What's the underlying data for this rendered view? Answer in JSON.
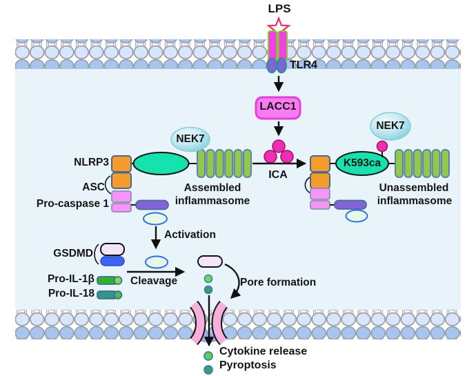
{
  "labels": {
    "lps": "LPS",
    "tlr4": "TLR4",
    "lacc1": "LACC1",
    "ica": "ICA",
    "nek7_left": "NEK7",
    "nek7_right": "NEK7",
    "k593ca": "K593ca",
    "nlrp3": "NLRP3",
    "asc": "ASC",
    "pro_caspase1": "Pro-caspase 1",
    "assembled_line1": "Assembled",
    "assembled_line2": "inflammasome",
    "unassembled_line1": "Unassembled",
    "unassembled_line2": "inflammasome",
    "activation": "Activation",
    "gsdmd": "GSDMD",
    "pro_il1b": "Pro-IL-1β",
    "pro_il18": "Pro-IL-18",
    "cleavage": "Cleavage",
    "pore_formation": "Pore formation",
    "cytokine_release": "Cytokine release",
    "pyroptosis": "Pyroptosis"
  },
  "colors": {
    "cell_interior": "#e8f4f9",
    "membrane_outer_leaflet": "#a8c5f0",
    "membrane_inner_leaflet": "#d8e5fa",
    "lacc1_fill": "#fa7cf2",
    "lacc1_border": "#e33fd9",
    "tlr4_bar": "#f53ee8",
    "tlr4_bar_border": "#7ed321",
    "tlr4_oval": "#7a68cb",
    "lps_star_stroke": "#ee2d5e",
    "ica_dot": "#f02cb4",
    "nacht_teal": "#14e3ae",
    "nek7_blue": "#7fccdb",
    "lrr_green": "#93c84d",
    "pyd_orange": "#f59d2c",
    "card_pink": "#f893f8",
    "caspase_purple": "#8165d6",
    "caspase_ellipse": "#e7f9e6",
    "gsdmd_n_pill": "#f3e4f8",
    "gsdmd_c_pill": "#3b66f5",
    "il1b_green": "#2db32d",
    "il18_teal": "#2f958f",
    "pore_pink": "#f7b0d9"
  }
}
